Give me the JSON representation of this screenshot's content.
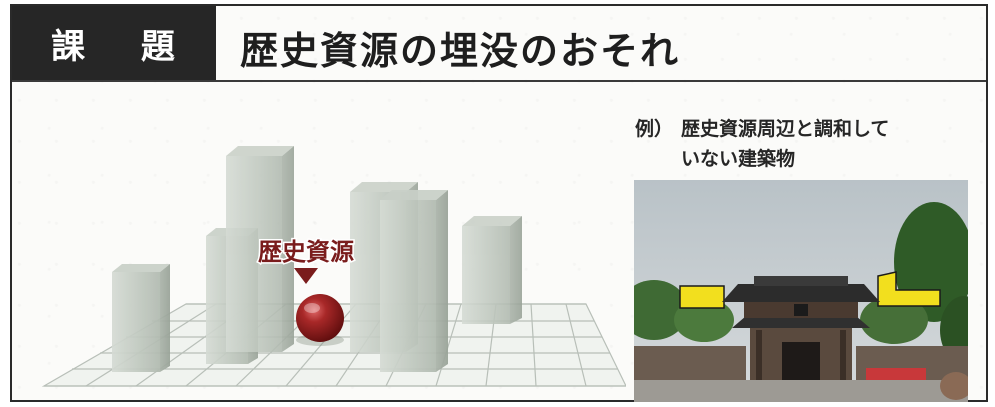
{
  "header": {
    "tag": "課 題",
    "title": "歴史資源の埋没のおそれ"
  },
  "illustration": {
    "marker_label": "歴史資源"
  },
  "caption": {
    "prefix": "例）",
    "line1": "歴史資源周辺と調和して",
    "line2": "いない建築物"
  },
  "colors": {
    "tag_background": "#262626",
    "sphere": "#8e1c1c",
    "marker_label": "#7a1c1c",
    "building_highlight": "#f2df1e"
  }
}
